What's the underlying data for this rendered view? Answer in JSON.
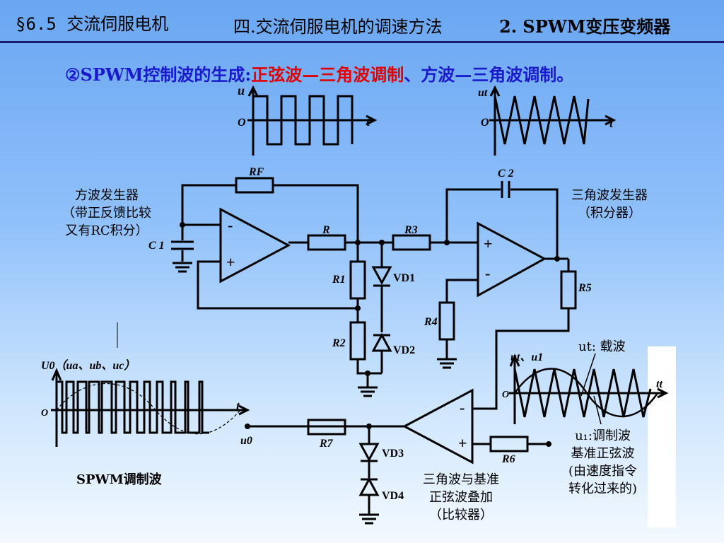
{
  "header": {
    "section": "§6.5 交流伺服电机",
    "subtitle": "四.交流伺服电机的调速方法",
    "topic": "2. SPWM变压变频器"
  },
  "heading": {
    "prefix": "②SPWM控制波的生成:",
    "red_part": "正弦波—三角波调制",
    "sep": "、",
    "blue_part": "方波—三角波调制。"
  },
  "notes": {
    "square_gen": [
      "方波发生器",
      "（带正反馈比较",
      "又有RC积分）"
    ],
    "triangle_gen": [
      "三角波发生器",
      "（积分器）"
    ],
    "comparator": [
      "三角波与基准",
      "正弦波叠加",
      "（比较器）"
    ],
    "spwm": "SPWM调制波",
    "modulating": [
      "u₁:调制波",
      "基准正弦波",
      "(由速度指令",
      "转化过来的)"
    ],
    "carrier": "ut: 载波"
  },
  "labels": {
    "u_axis": "u",
    "t_axis": "t",
    "o": "O",
    "ut_axis": "ut",
    "ut_u1": "ut、u1",
    "tt": "tt",
    "U0_axis": "U0（ua、ub、uc）",
    "u0": "u0",
    "RF": "RF",
    "R": "R",
    "R1": "R1",
    "R2": "R2",
    "R3": "R3",
    "R4": "R4",
    "R5": "R5",
    "R6": "R6",
    "R7": "R7",
    "C1": "C 1",
    "C2": "C 2",
    "VD1": "VD1",
    "VD2": "VD2",
    "VD3": "VD3",
    "VD4": "VD4",
    "minus": "-",
    "plus": "+"
  },
  "colors": {
    "heading_blue": "#1a1acc",
    "heading_red": "#e00000",
    "rule": "#1a1a6e"
  }
}
